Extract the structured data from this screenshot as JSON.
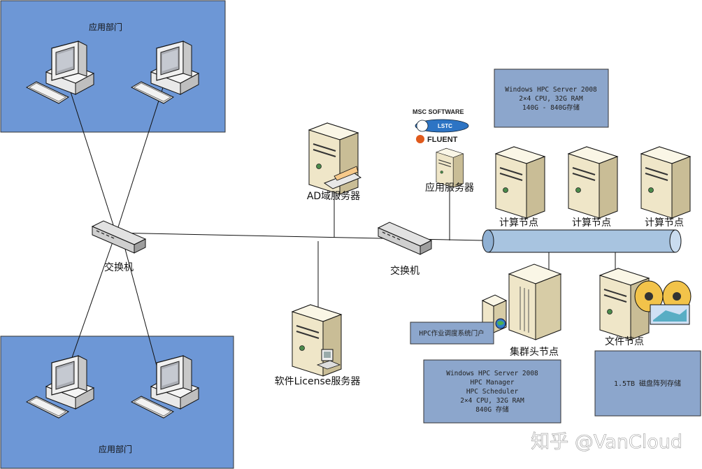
{
  "departments": {
    "top_label": "应用部门",
    "bottom_label": "应用部门"
  },
  "switches": {
    "left_label": "交换机",
    "center_label": "交换机"
  },
  "servers": {
    "ad_label": "AD域服务器",
    "license_label": "软件License服务器",
    "app_label": "应用服务器",
    "compute_labels": [
      "计算节点",
      "计算节点",
      "计算节点"
    ],
    "head_label": "集群头节点",
    "file_label": "文件节点"
  },
  "boxes": {
    "compute_spec": [
      "Windows HPC Server 2008",
      "2×4 CPU, 32G RAM",
      "140G - 840G存储"
    ],
    "head_spec": [
      "Windows HPC Server 2008",
      "HPC Manager",
      "HPC Scheduler",
      "2×4 CPU, 32G RAM",
      "840G 存储"
    ],
    "portal_label": "HPC作业调度系统门户",
    "storage_label": "1.5TB 磁盘阵列存储"
  },
  "logos": {
    "msc": "MSC SOFTWARE",
    "lstc": "LSTC",
    "fluent": "FLUENT"
  },
  "watermark": "知乎 @VanCloud",
  "colors": {
    "department_fill": "#6d97d6",
    "spec_box_fill": "#8ca6cc",
    "pipe_fill": "#a8c4e0",
    "server_body": "#ece4c8"
  }
}
